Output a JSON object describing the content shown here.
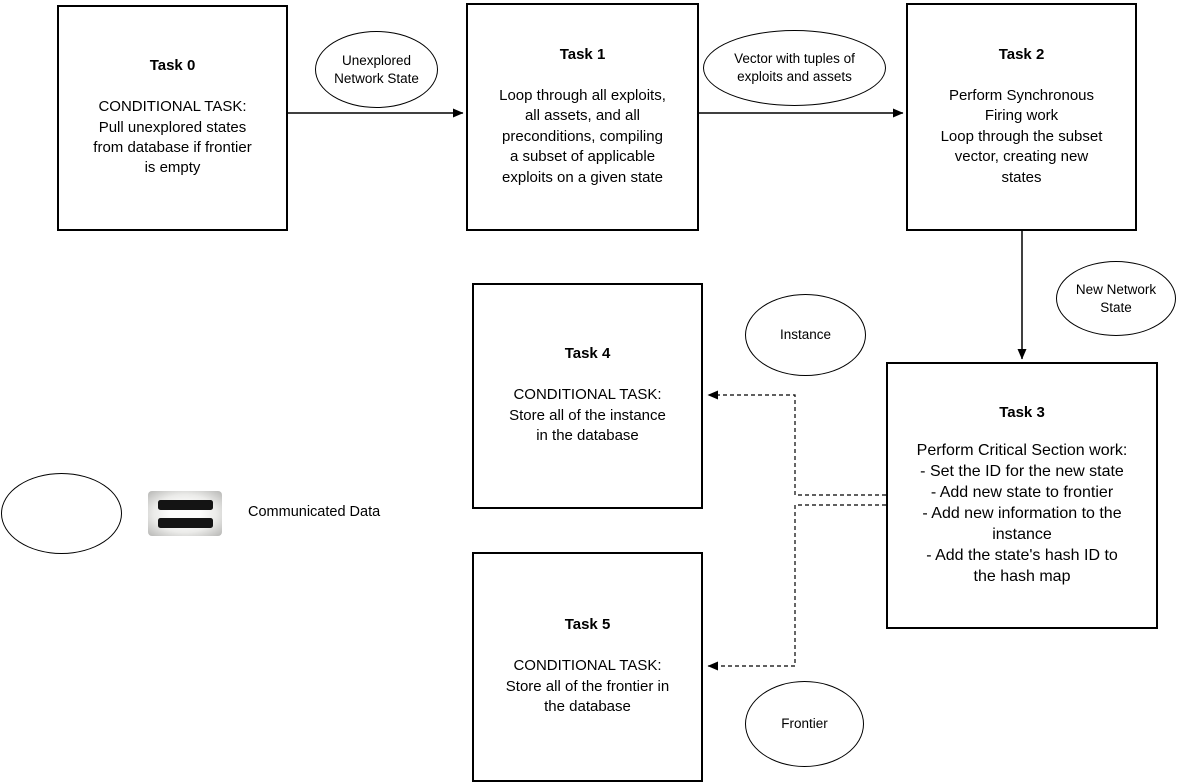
{
  "tasks": [
    {
      "title": "Task 0",
      "body": "CONDITIONAL TASK:\nPull unexplored states\nfrom database if frontier\nis empty"
    },
    {
      "title": "Task 1",
      "body": "Loop through all exploits,\nall assets, and all\npreconditions, compiling\na subset of applicable\nexploits on a given state"
    },
    {
      "title": "Task 2",
      "body": "Perform Synchronous\nFiring work\nLoop through the subset\nvector, creating new\nstates"
    },
    {
      "title": "Task 3",
      "body": "Perform Critical Section work:\n- Set the ID for the new state\n- Add new state to frontier\n- Add new information to the\ninstance\n- Add the state's hash ID to\nthe hash map"
    },
    {
      "title": "Task 4",
      "body": "CONDITIONAL TASK:\nStore all of the instance\nin the database"
    },
    {
      "title": "Task 5",
      "body": "CONDITIONAL TASK:\nStore all of the frontier in\nthe database"
    }
  ],
  "data_labels": {
    "unexplored_network_state": "Unexplored\nNetwork State",
    "vector_tuples": "Vector with tuples of\nexploits and assets",
    "new_network_state": "New Network\nState",
    "instance": "Instance",
    "frontier": "Frontier"
  },
  "legend": {
    "label": "Communicated Data",
    "symbol": "equals-sign",
    "meaning": "ellipse equals communicated data"
  },
  "colors": {
    "stroke": "#000000",
    "background": "#ffffff",
    "equals_bar": "#141414"
  }
}
